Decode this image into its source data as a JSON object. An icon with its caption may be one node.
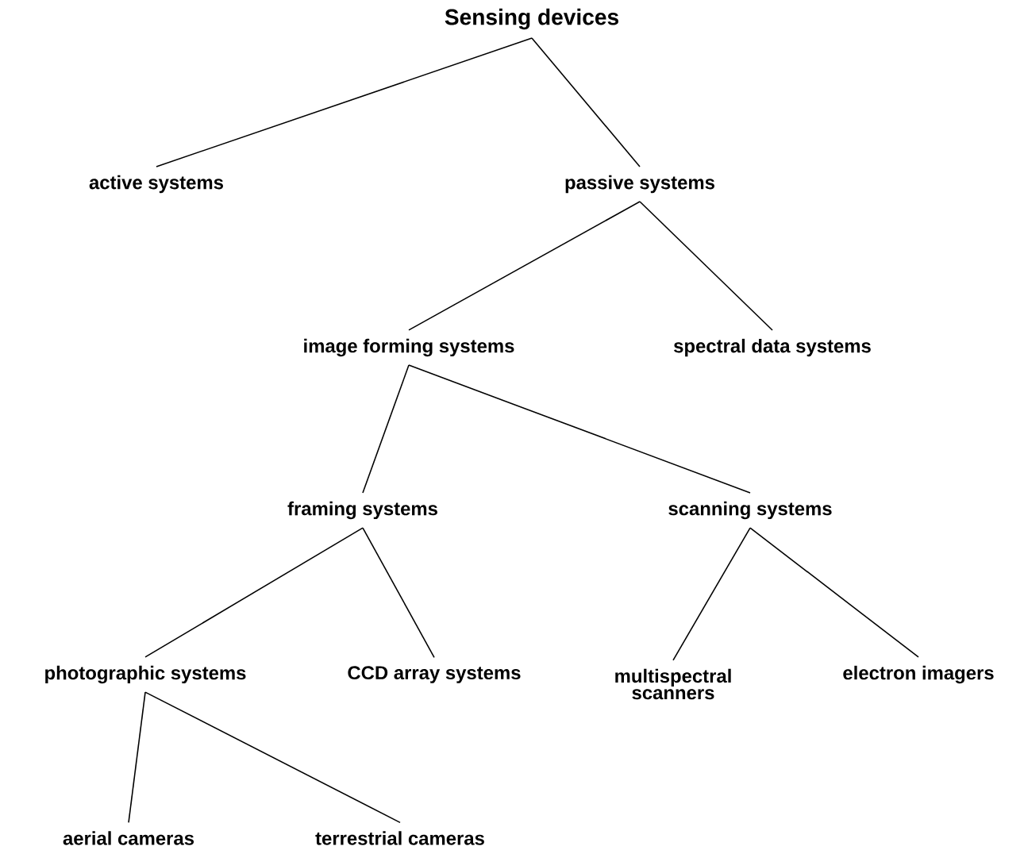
{
  "diagram": {
    "nodes": [
      {
        "text": [
          "Sensing devices"
        ]
      },
      {
        "text": [
          "active systems"
        ]
      },
      {
        "text": [
          "passive systems"
        ]
      },
      {
        "text": [
          "image forming systems"
        ]
      },
      {
        "text": [
          "spectral data systems"
        ]
      },
      {
        "text": [
          "framing systems"
        ]
      },
      {
        "text": [
          "scanning systems"
        ]
      },
      {
        "text": [
          "photographic systems"
        ]
      },
      {
        "text": [
          "CCD array systems"
        ]
      },
      {
        "text": [
          "multispectral scanners"
        ]
      },
      {
        "text": [
          "electron imagers"
        ]
      },
      {
        "text": [
          "aerial cameras"
        ]
      },
      {
        "text": [
          "terrestrial cameras"
        ]
      }
    ],
    "edges": [
      {
        "from": 0,
        "to": 1,
        "arrow": "none"
      },
      {
        "from": 0,
        "to": 2,
        "arrow": "none"
      },
      {
        "from": 2,
        "to": 3,
        "arrow": "none"
      },
      {
        "from": 2,
        "to": 4,
        "arrow": "none"
      },
      {
        "from": 3,
        "to": 5,
        "arrow": "none"
      },
      {
        "from": 3,
        "to": 6,
        "arrow": "none"
      },
      {
        "from": 5,
        "to": 7,
        "arrow": "none"
      },
      {
        "from": 5,
        "to": 8,
        "arrow": "none"
      },
      {
        "from": 6,
        "to": 9,
        "arrow": "none"
      },
      {
        "from": 6,
        "to": 10,
        "arrow": "none"
      },
      {
        "from": 7,
        "to": 11,
        "arrow": "none"
      },
      {
        "from": 7,
        "to": 12,
        "arrow": "none"
      }
    ]
  }
}
